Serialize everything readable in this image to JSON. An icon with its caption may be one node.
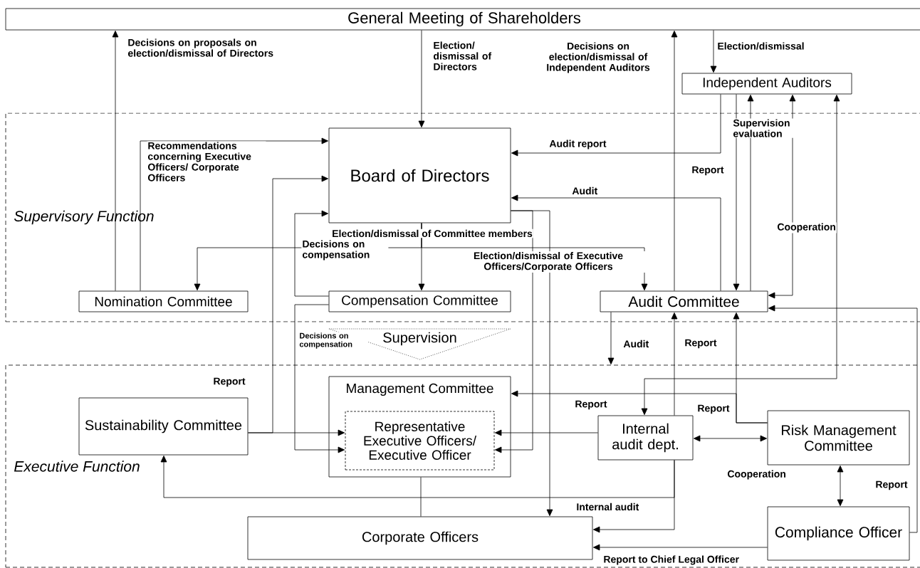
{
  "diagram": {
    "nodes": [
      {
        "text": [
          "General Meeting of Shareholders"
        ]
      },
      {
        "text": [
          "Independent Auditors"
        ]
      },
      {
        "text": [
          "Supervisory Function"
        ]
      },
      {
        "text": [
          "Board of Directors"
        ],
        "in": 2
      },
      {
        "text": [
          "Nomination Committee"
        ],
        "in": 2
      },
      {
        "text": [
          "Compensation Committee"
        ],
        "in": 2
      },
      {
        "text": [
          "Audit Committee"
        ],
        "in": 2
      },
      {
        "text": [
          "Supervision"
        ]
      },
      {
        "text": [
          "Executive Function"
        ]
      },
      {
        "text": [
          "Management Committee"
        ],
        "in": 8
      },
      {
        "text": [
          "Representative Executive Officers/ Executive Officer"
        ],
        "in": 9
      },
      {
        "text": [
          "Sustainability Committee"
        ],
        "in": 8
      },
      {
        "text": [
          "Internal audit dept."
        ],
        "in": 8
      },
      {
        "text": [
          "Risk Management Committee"
        ],
        "in": 8
      },
      {
        "text": [
          "Corporate Officers"
        ],
        "in": 8
      },
      {
        "text": [
          "Compliance Officer"
        ],
        "in": 8
      }
    ],
    "edges": [
      {
        "from": 4,
        "to": 0,
        "arrow": "to",
        "label": "Decisions on proposals on election/dismissal of Directors"
      },
      {
        "from": 0,
        "to": 3,
        "arrow": "to",
        "label": "Election/ dismissal of Directors"
      },
      {
        "from": 6,
        "to": 0,
        "arrow": "to",
        "label": "Decisions on election/dismissal of Independent Auditors"
      },
      {
        "from": 0,
        "to": 1,
        "arrow": "to",
        "label": "Election/dismissal"
      },
      {
        "from": 1,
        "to": 3,
        "arrow": "to",
        "label": "Audit report"
      },
      {
        "from": 6,
        "to": 3,
        "arrow": "to",
        "label": "Audit"
      },
      {
        "from": 1,
        "to": 6,
        "arrow": "to",
        "label": "Report"
      },
      {
        "from": 6,
        "to": 1,
        "arrow": "to",
        "label": "Supervision evaluation"
      },
      {
        "from": 1,
        "to": 6,
        "arrow": "both",
        "label": "Cooperation"
      },
      {
        "from": 1,
        "to": 12,
        "arrow": "both"
      },
      {
        "from": 4,
        "to": 3,
        "arrow": "to",
        "label": "Recommendations concerning Executive Officers/ Corporate Officers"
      },
      {
        "from": 3,
        "to": 4,
        "arrow": "to",
        "label": "Election/dismissal of Committee members"
      },
      {
        "from": 3,
        "to": 5,
        "arrow": "to"
      },
      {
        "from": 3,
        "to": 6,
        "arrow": "to"
      },
      {
        "from": 3,
        "to": 10,
        "arrow": "to",
        "label": "Election/dismissal of Executive Officers/Corporate Officers"
      },
      {
        "from": 3,
        "to": 14,
        "arrow": "to"
      },
      {
        "from": 5,
        "to": 3,
        "arrow": "to",
        "label": "Decisions on compensation"
      },
      {
        "from": 5,
        "to": 10,
        "arrow": "to",
        "label": "Decisions on compensation"
      },
      {
        "from": 11,
        "to": 3,
        "arrow": "to",
        "label": "Report"
      },
      {
        "from": 11,
        "to": 10,
        "arrow": "to"
      },
      {
        "from": 6,
        "to": 8,
        "arrow": "to",
        "label": "Audit"
      },
      {
        "from": 12,
        "to": 6,
        "arrow": "to",
        "label": "Report"
      },
      {
        "from": 13,
        "to": 6,
        "arrow": "to",
        "label": "Report"
      },
      {
        "from": 13,
        "to": 9,
        "arrow": "to",
        "label": "Report"
      },
      {
        "from": 12,
        "to": 10,
        "arrow": "to"
      },
      {
        "from": 12,
        "to": 13,
        "arrow": "both",
        "label": "Cooperation"
      },
      {
        "from": 13,
        "to": 15,
        "arrow": "both"
      },
      {
        "from": 15,
        "to": 6,
        "arrow": "to",
        "label": "Report"
      },
      {
        "from": 12,
        "to": 14,
        "arrow": "to"
      },
      {
        "from": 12,
        "to": 11,
        "arrow": "to",
        "label": "Internal audit"
      },
      {
        "from": 9,
        "to": 14,
        "arrow": "none"
      },
      {
        "from": 15,
        "to": 14,
        "arrow": "to",
        "label": "Report to Chief Legal Officer"
      }
    ]
  }
}
